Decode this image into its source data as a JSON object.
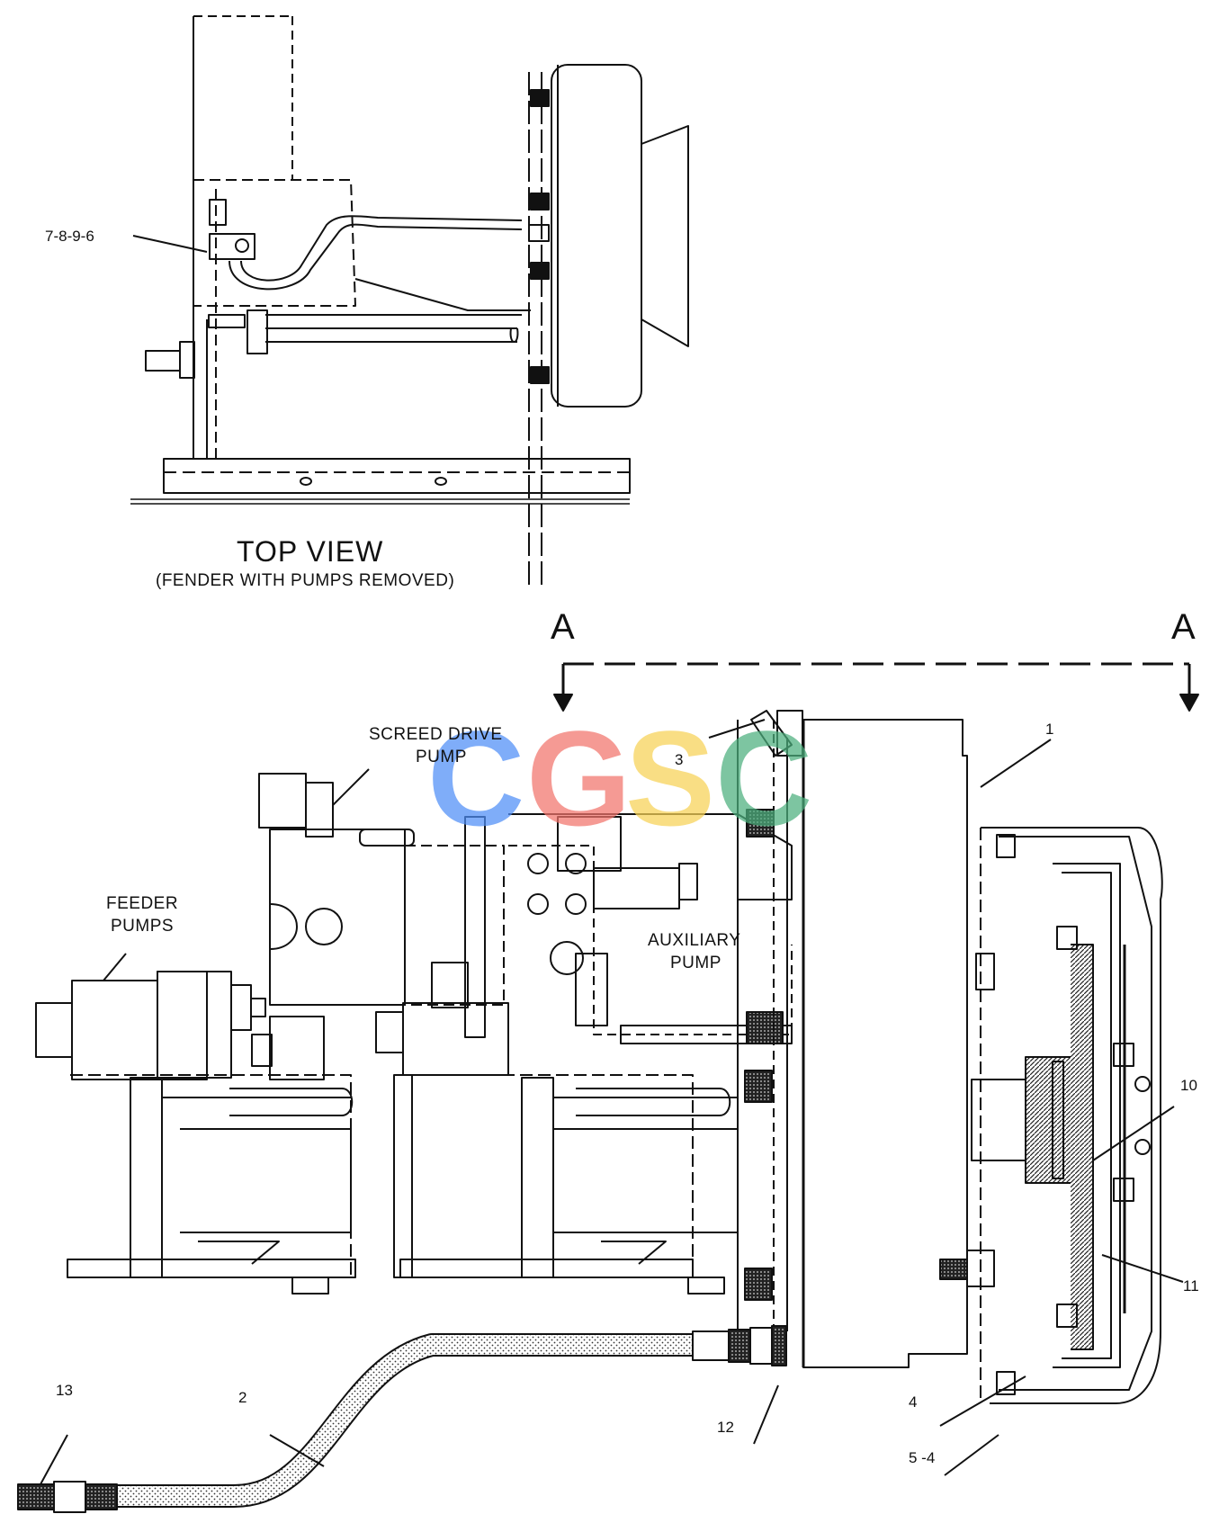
{
  "top_view": {
    "title": "TOP VIEW",
    "subtitle": "(FENDER WITH PUMPS REMOVED)",
    "callout": "7-8-9-6"
  },
  "section_marks": {
    "left": "A",
    "right": "A"
  },
  "pump_labels": {
    "screed_drive_line1": "SCREED DRIVE",
    "screed_drive_line2": "PUMP",
    "feeder_line1": "FEEDER",
    "feeder_line2": "PUMPS",
    "auxiliary_line1": "AUXILIARY",
    "auxiliary_line2": "PUMP"
  },
  "callouts": {
    "c1": "1",
    "c2": "2",
    "c3": "3",
    "c4": "4",
    "c5": "5 -4",
    "c10": "10",
    "c11": "11",
    "c12": "12",
    "c13": "13"
  },
  "watermark": {
    "letters": [
      "C",
      "G",
      "S",
      "C"
    ],
    "colors": [
      "#4f8ef7",
      "#f2746b",
      "#f7d256",
      "#4caf7d"
    ]
  }
}
